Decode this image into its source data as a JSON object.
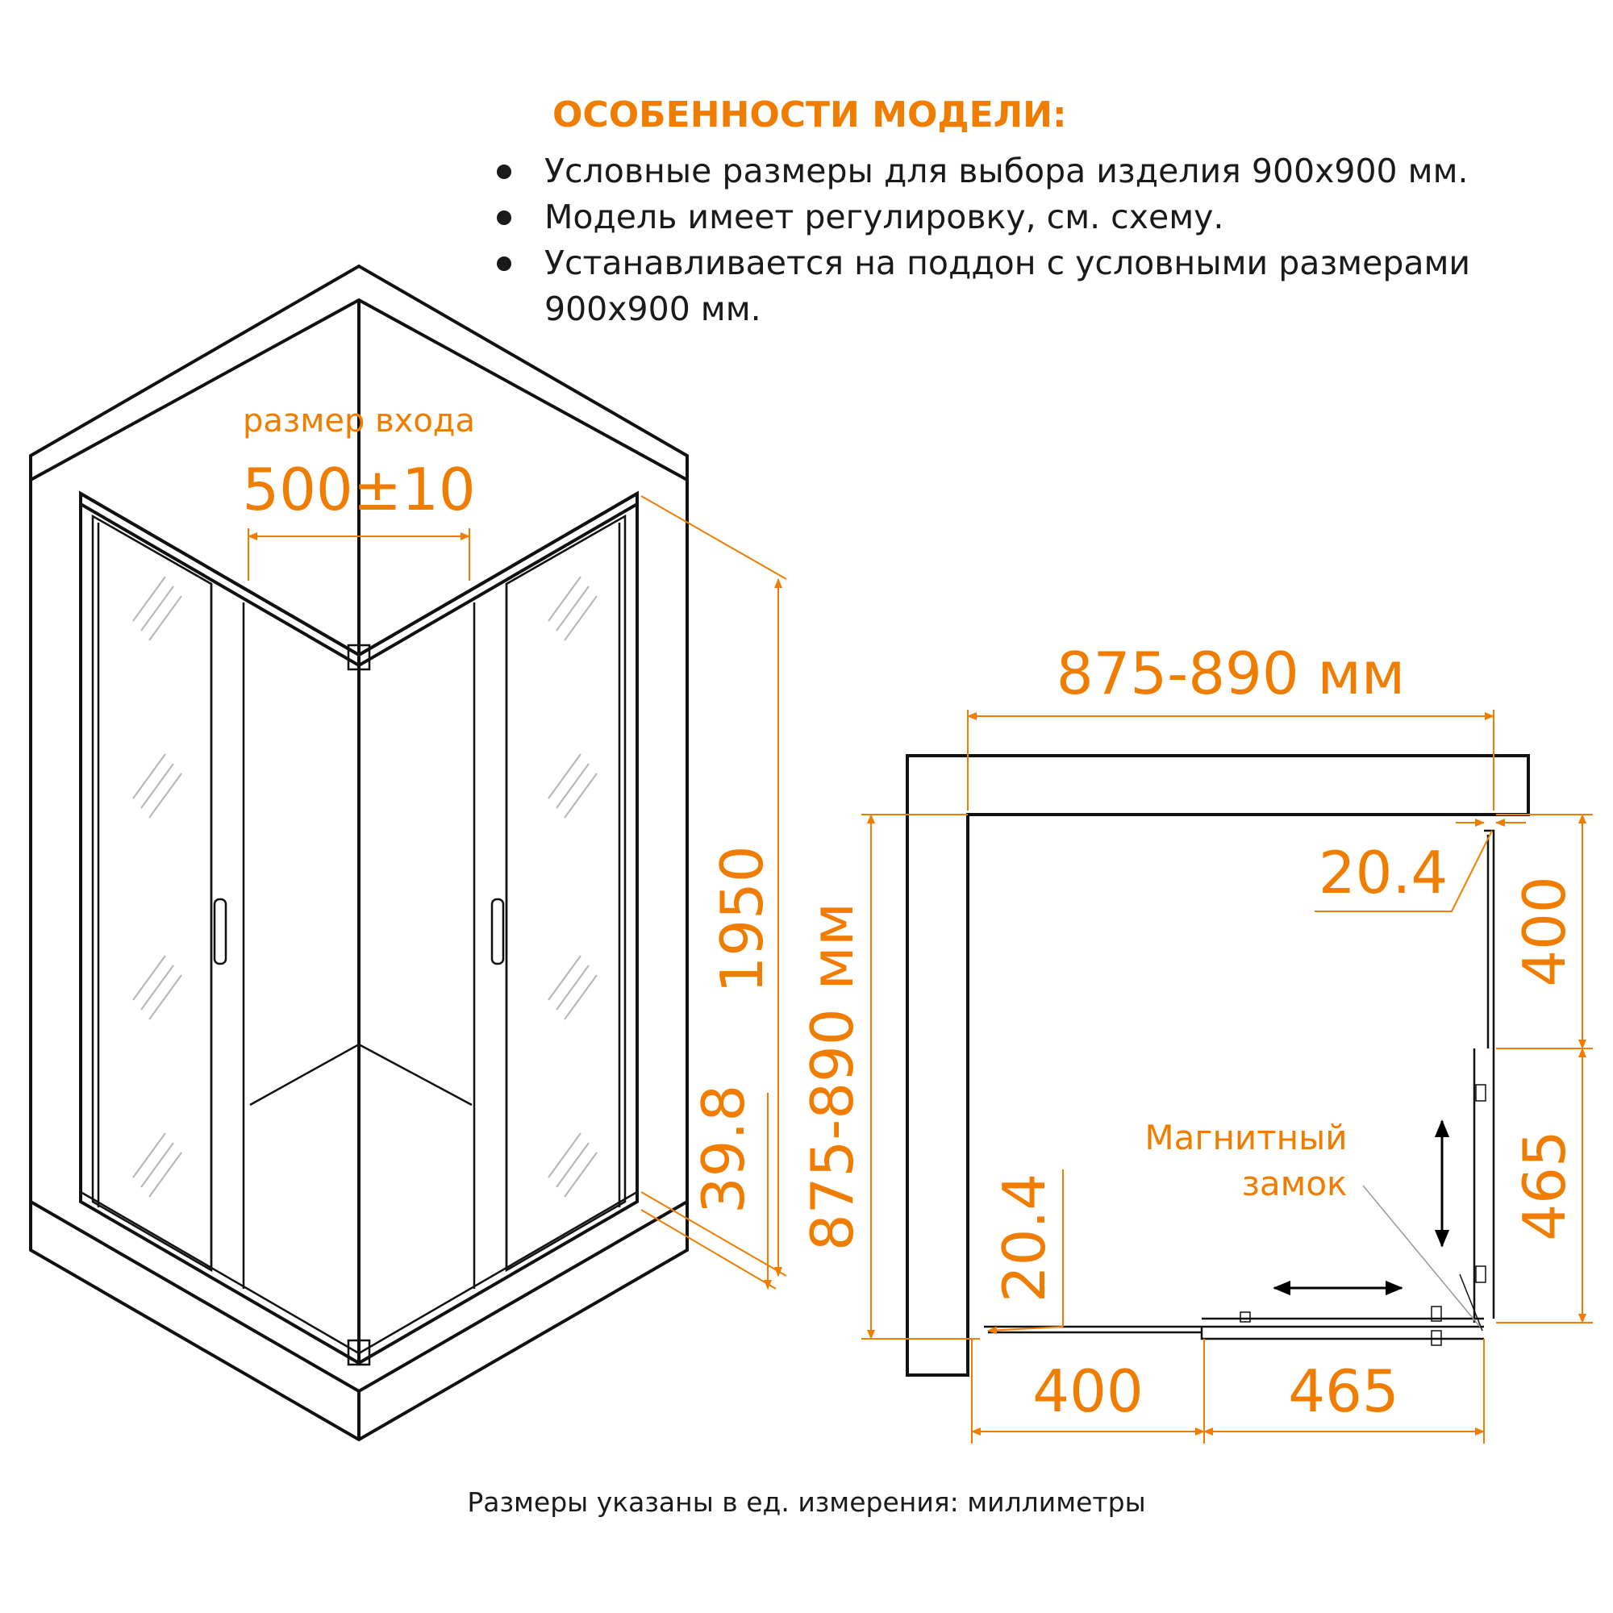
{
  "features": {
    "title": "ОСОБЕННОСТИ МОДЕЛИ:",
    "bullets": [
      "Условные размеры для выбора изделия 900x900 мм.",
      "Модель имеет регулировку, см. схему.",
      "Устанавливается на поддон с условными размерами",
      "900x900 мм."
    ]
  },
  "iso_view": {
    "entrance_label": "размер входа",
    "entrance_value": "500±10",
    "height": "1950",
    "base_offset": "39.8"
  },
  "plan_view": {
    "top_width": "875-890 мм",
    "side_width": "875-890 мм",
    "corner_gap_top": "20.4",
    "corner_gap_left": "20.4",
    "right_upper": "400",
    "right_lower": "465",
    "bottom_left": "400",
    "bottom_right": "465",
    "magnet_label_line1": "Магнитный",
    "magnet_label_line2": "замок"
  },
  "footer": {
    "units_note": "Размеры указаны в ед. измерения: миллиметры"
  },
  "colors": {
    "accent": "#f07d00",
    "line": "#111111",
    "glass_hatch": "#b5b5b5"
  }
}
